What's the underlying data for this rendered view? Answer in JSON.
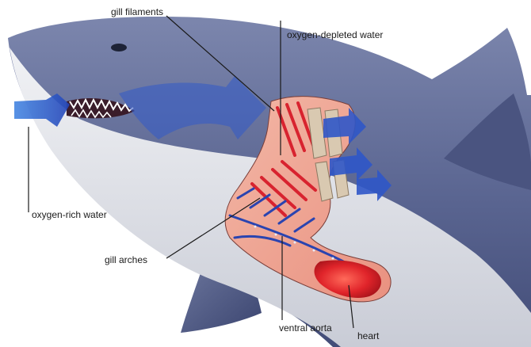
{
  "labels": {
    "gill_filaments": "gill filaments",
    "oxygen_depleted_water": "oxygen-depleted water",
    "oxygen_rich_water": "oxygen-rich water",
    "gill_arches": "gill arches",
    "ventral_aorta": "ventral aorta",
    "heart": "heart"
  },
  "colors": {
    "shark_back": "#5c6893",
    "shark_belly": "#e9eaee",
    "water_flow": "#2f56c8",
    "gill_tissue": "#e88d8d",
    "blood_red": "#d8232f",
    "blood_blue": "#2a44b0",
    "label_text": "#1a1a1a"
  }
}
